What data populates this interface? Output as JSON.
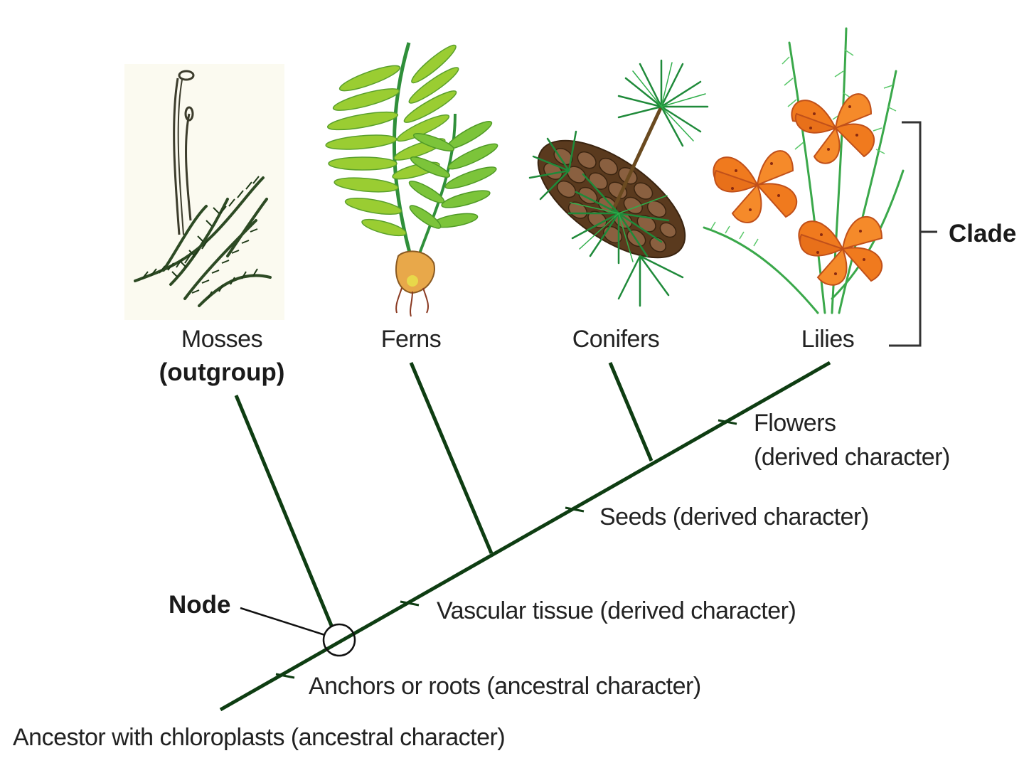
{
  "taxa": [
    {
      "name": "Mosses",
      "note": "(outgroup)",
      "icon": "moss-icon"
    },
    {
      "name": "Ferns",
      "icon": "fern-icon"
    },
    {
      "name": "Conifers",
      "icon": "conifer-icon"
    },
    {
      "name": "Lilies",
      "icon": "lily-icon"
    }
  ],
  "characters": [
    {
      "name": "Flowers",
      "note": "(derived character)"
    },
    {
      "name": "Seeds (derived character)"
    },
    {
      "name": "Vascular tissue (derived character)"
    },
    {
      "name": "Anchors or roots (ancestral character)"
    }
  ],
  "root_label": "Ancestor with chloroplasts (ancestral character)",
  "node_label": "Node",
  "clade_label": "Clade",
  "colors": {
    "branch": "#0e3d12",
    "text": "#222222",
    "fern": "#8cc63f",
    "conifer_needles": "#1f8a3a",
    "cone": "#5a3a1e",
    "lily_petal": "#f07a1e",
    "moss": "#2d4a24"
  }
}
